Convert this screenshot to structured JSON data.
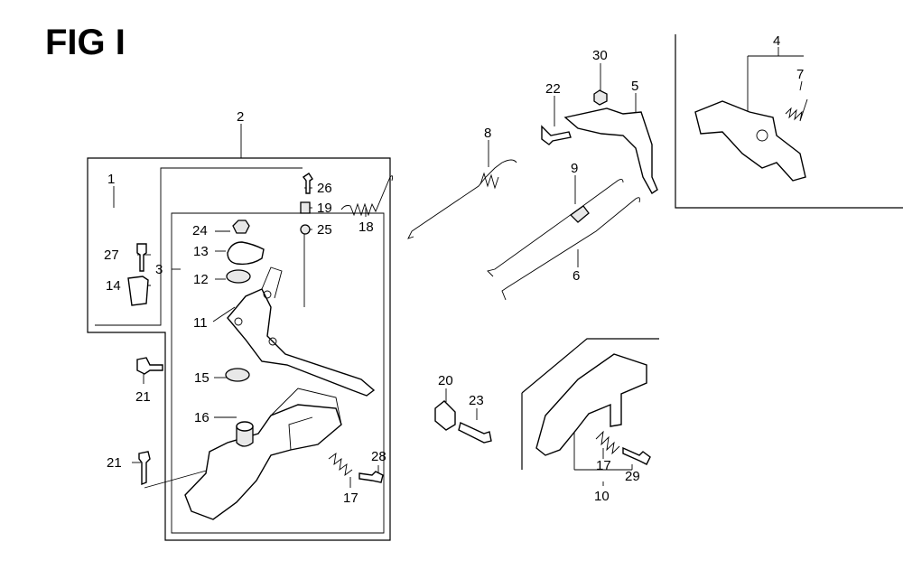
{
  "figure": {
    "title": "FIG I"
  },
  "callouts": {
    "c1": "1",
    "c2": "2",
    "c3": "3",
    "c4": "4",
    "c5": "5",
    "c6": "6",
    "c7": "7",
    "c8": "8",
    "c9": "9",
    "c10": "10",
    "c11": "11",
    "c12": "12",
    "c13": "13",
    "c14": "14",
    "c15": "15",
    "c16": "16",
    "c17a": "17",
    "c17b": "17",
    "c18": "18",
    "c19": "19",
    "c20": "20",
    "c21a": "21",
    "c21b": "21",
    "c22": "22",
    "c23": "23",
    "c24": "24",
    "c25": "25",
    "c26": "26",
    "c27": "27",
    "c28": "28",
    "c29": "29",
    "c30": "30"
  }
}
